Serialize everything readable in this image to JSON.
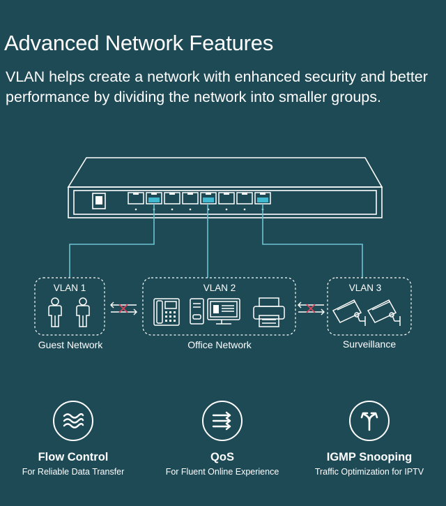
{
  "header": {
    "title": "Advanced Network Features",
    "subtitle_line1": "VLAN helps create a network with enhanced security and better",
    "subtitle_line2": "performance by dividing the network into smaller groups."
  },
  "colors": {
    "background": "#1e4a56",
    "accent_port": "#3fb8d0",
    "line": "#6fc3d3",
    "block": "#d8465a"
  },
  "vlans": [
    {
      "label": "VLAN 1",
      "network": "Guest Network",
      "icons": [
        "person-icon",
        "person-icon"
      ]
    },
    {
      "label": "VLAN 2",
      "network": "Office Network",
      "icons": [
        "desk-phone-icon",
        "desktop-computer-icon",
        "printer-icon"
      ]
    },
    {
      "label": "VLAN 3",
      "network": "Surveillance",
      "icons": [
        "security-camera-icon",
        "security-camera-icon"
      ]
    }
  ],
  "features": [
    {
      "name": "Flow Control",
      "desc": "For Reliable Data Transfer",
      "icon": "waves-icon"
    },
    {
      "name": "QoS",
      "desc": "For Fluent Online Experience",
      "icon": "priority-arrows-icon"
    },
    {
      "name": "IGMP Snooping",
      "desc": "Traffic Optimization for IPTV",
      "icon": "split-arrow-icon"
    }
  ]
}
